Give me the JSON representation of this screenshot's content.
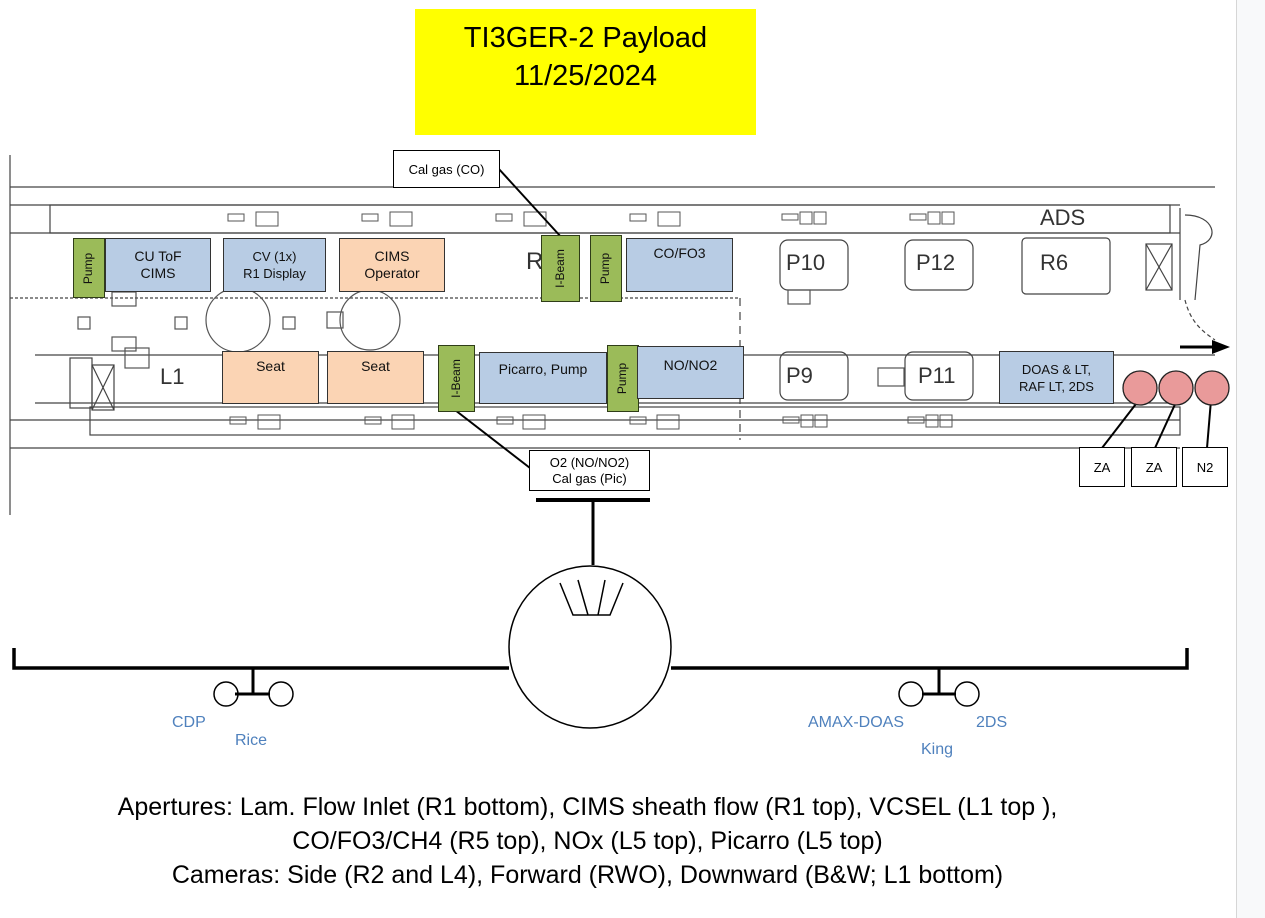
{
  "title": {
    "line1": "TI3GER-2 Payload",
    "line2": "11/25/2024",
    "background": "#ffff00"
  },
  "colors": {
    "instrument": "#b8cce4",
    "seat": "#fbd4b4",
    "structure": "#9bbb59",
    "gas_bottle": "#e99a9a",
    "probe_label": "#4f81bd"
  },
  "cabin_labels": {
    "ads": "ADS",
    "r1": "R",
    "l1": "L1",
    "p10": "P10",
    "p12": "P12",
    "r6": "R6",
    "p9": "P9",
    "p11": "P11"
  },
  "right_side": {
    "pump1": "Pump",
    "cu_tof_cims": "CU ToF\nCIMS",
    "cv_display": "CV (1x)\nR1 Display",
    "cims_operator": "CIMS\nOperator",
    "ibeam": "I-Beam",
    "pump2": "Pump",
    "co_fo3": "CO/FO3"
  },
  "left_side": {
    "seat1": "Seat",
    "seat2": "Seat",
    "ibeam": "I-Beam",
    "picarro": "Picarro, Pump",
    "pump": "Pump",
    "no_no2": "NO/NO2",
    "doas": "DOAS & LT,\nRAF LT, 2DS"
  },
  "callouts": {
    "cal_gas_co": "Cal gas (CO)",
    "o2_cal_gas": "O2 (NO/NO2)\nCal gas (Pic)",
    "bottles": [
      "ZA",
      "ZA",
      "N2"
    ]
  },
  "wing_probes": {
    "left": [
      "CDP",
      "Rice"
    ],
    "right": [
      "AMAX-DOAS",
      "2DS",
      "King"
    ]
  },
  "notes": [
    "Apertures: Lam. Flow Inlet (R1 bottom), CIMS sheath flow (R1 top), VCSEL (L1 top ),",
    "CO/FO3/CH4 (R5 top), NOx (L5 top), Picarro (L5 top)",
    "Cameras: Side (R2 and L4), Forward (RWO), Downward (B&W; L1 bottom)"
  ]
}
